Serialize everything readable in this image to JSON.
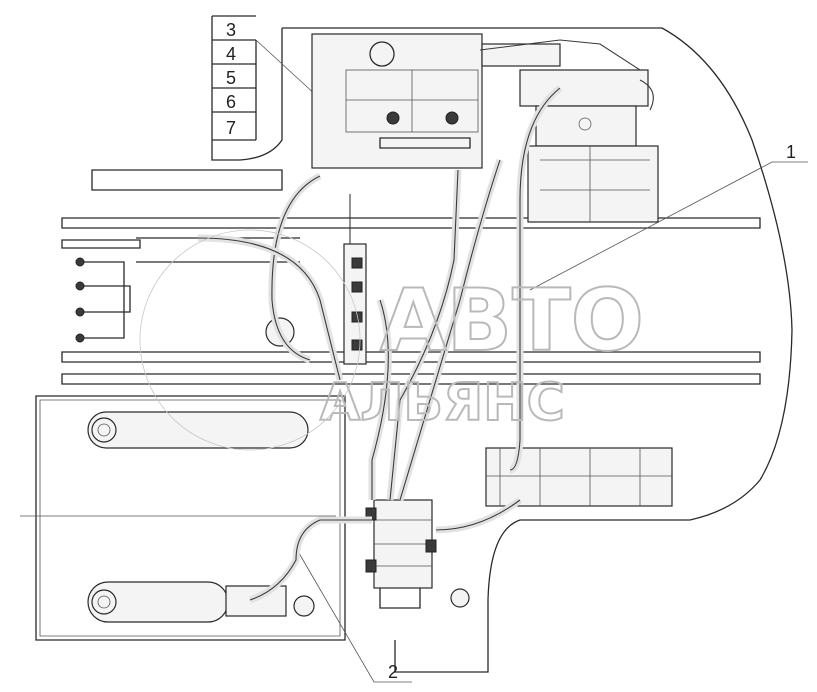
{
  "callouts": {
    "stack": [
      "3",
      "4",
      "5",
      "6",
      "7"
    ],
    "one": "1",
    "two": "2"
  },
  "watermark": {
    "line1": "АВТО",
    "line2": "АЛЬЯНС"
  },
  "colors": {
    "line": "#2a2a2a",
    "watermark": "#b9b9b9",
    "background": "#ffffff"
  }
}
